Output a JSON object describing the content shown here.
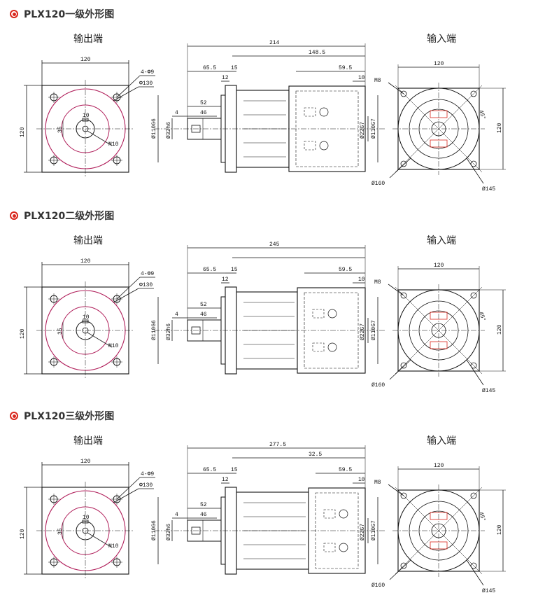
{
  "sections": [
    {
      "title": "PLX120一级外形图",
      "output_label": "输出端",
      "input_label": "输入端",
      "dims": {
        "out_width": "120",
        "out_height": "120",
        "out_holes": "4-Φ9",
        "out_pcd": "Φ130",
        "key": "10",
        "shaft_h": "35",
        "tap": "M10",
        "total": "214",
        "body": "148.5",
        "shaft_len": "65.5",
        "flange_t": "15",
        "pilot_t": "12",
        "shaft_52": "52",
        "shaft_46": "46",
        "shaft_4": "4",
        "pilot_dia": "Ø110G6",
        "shaft_dia": "Ø32h6",
        "in_59": "59.5",
        "in_10": "10",
        "in_bore1": "Ø22G7",
        "in_bore2": "Ø110G7",
        "in_width": "120",
        "in_height": "120",
        "in_m8": "M8",
        "in_160": "Ø160",
        "in_145": "Ø145",
        "in_angle": "45°"
      }
    },
    {
      "title": "PLX120二级外形图",
      "output_label": "输出端",
      "input_label": "输入端",
      "dims": {
        "out_width": "120",
        "out_height": "120",
        "out_holes": "4-Φ9",
        "out_pcd": "Φ130",
        "key": "10",
        "shaft_h": "35",
        "tap": "M10",
        "total": "245",
        "body": "",
        "shaft_len": "65.5",
        "flange_t": "15",
        "pilot_t": "12",
        "shaft_52": "52",
        "shaft_46": "46",
        "shaft_4": "4",
        "pilot_dia": "Ø110G6",
        "shaft_dia": "Ø32h6",
        "in_59": "59.5",
        "in_10": "10",
        "in_bore1": "Ø22G7",
        "in_bore2": "Ø110G7",
        "in_width": "120",
        "in_height": "120",
        "in_m8": "M8",
        "in_160": "Ø160",
        "in_145": "Ø145",
        "in_angle": "45°"
      }
    },
    {
      "title": "PLX120三级外形图",
      "output_label": "输出端",
      "input_label": "输入端",
      "dims": {
        "out_width": "120",
        "out_height": "120",
        "out_holes": "4-Φ9",
        "out_pcd": "Φ130",
        "key": "10",
        "shaft_h": "35",
        "tap": "M10",
        "total": "277.5",
        "body": "32.5",
        "shaft_len": "65.5",
        "flange_t": "15",
        "pilot_t": "12",
        "shaft_52": "52",
        "shaft_46": "46",
        "shaft_4": "4",
        "pilot_dia": "Ø110G6",
        "shaft_dia": "Ø32h6",
        "in_59": "59.5",
        "in_10": "10",
        "in_bore1": "Ø22G7",
        "in_bore2": "Ø110G7",
        "in_width": "120",
        "in_height": "120",
        "in_m8": "M8",
        "in_160": "Ø160",
        "in_145": "Ø145",
        "in_angle": "45°"
      }
    }
  ],
  "colors": {
    "accent": "#d9261c",
    "circle": "#b01e5a",
    "line": "#111111"
  }
}
